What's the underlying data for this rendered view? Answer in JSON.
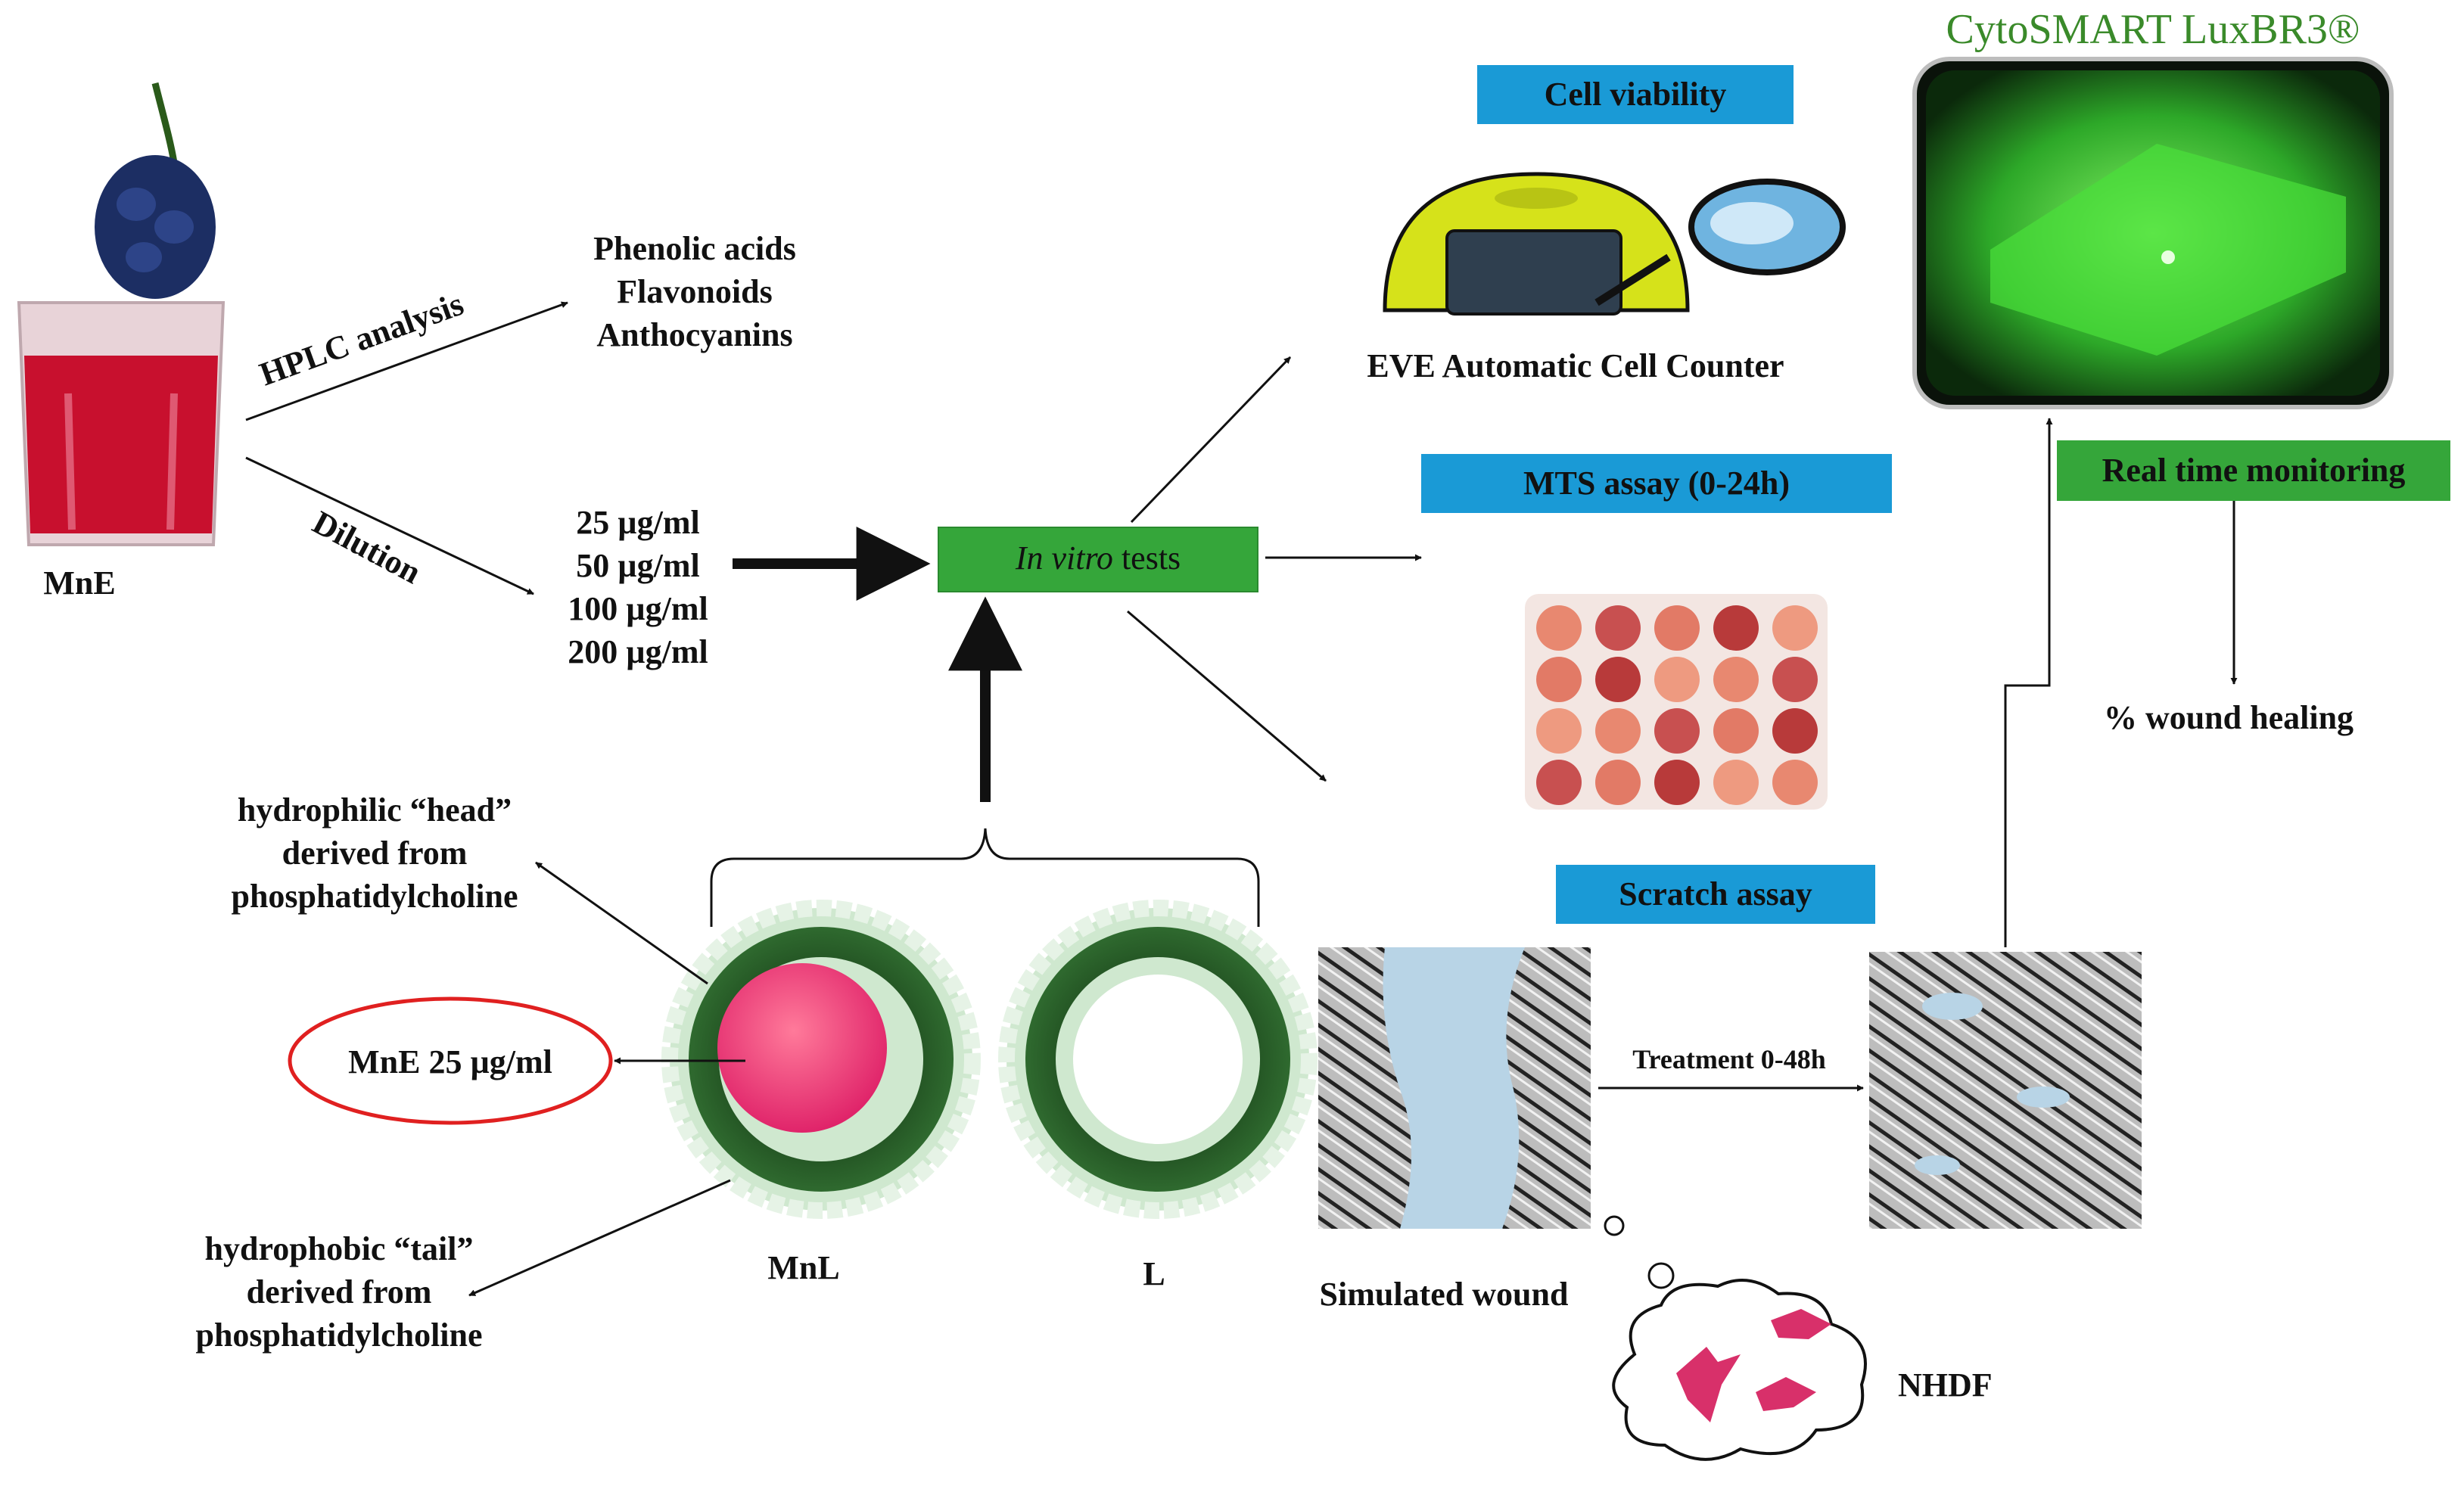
{
  "source": {
    "label": "MnE"
  },
  "branches": {
    "hplc": "HPLC analysis",
    "dilution": "Dilution"
  },
  "compounds": [
    "Phenolic acids",
    "Flavonoids",
    "Anthocyanins"
  ],
  "concentrations": [
    "25 µg/ml",
    "50 µg/ml",
    "100 µg/ml",
    "200 µg/ml"
  ],
  "invitro": {
    "italic": "In vitro",
    "rest": " tests"
  },
  "cell_viability": {
    "box": "Cell viability",
    "device": "EVE Automatic Cell Counter"
  },
  "mts": {
    "box": "MTS assay (0-24h)"
  },
  "scratch": {
    "box": "Scratch assay",
    "wound": "Simulated wound",
    "treatment": "Treatment 0-48h",
    "cells": "NHDF"
  },
  "monitoring": {
    "instrument": "CytoSMART LuxBR3®",
    "box": "Real time monitoring",
    "result": "% wound healing"
  },
  "liposome": {
    "head": [
      "hydrophilic “head”",
      "derived from",
      "phosphatidylcholine"
    ],
    "tail": [
      "hydrophobic “tail”",
      "derived from",
      "phosphatidylcholine"
    ],
    "loaded": "MnE 25 µg/ml",
    "mnl": "MnL",
    "l": "L"
  },
  "colors": {
    "blue_box": "#1a9ad6",
    "green_box": "#35a63a",
    "title_green": "#3a8a2a",
    "oval_red": "#e02020"
  }
}
